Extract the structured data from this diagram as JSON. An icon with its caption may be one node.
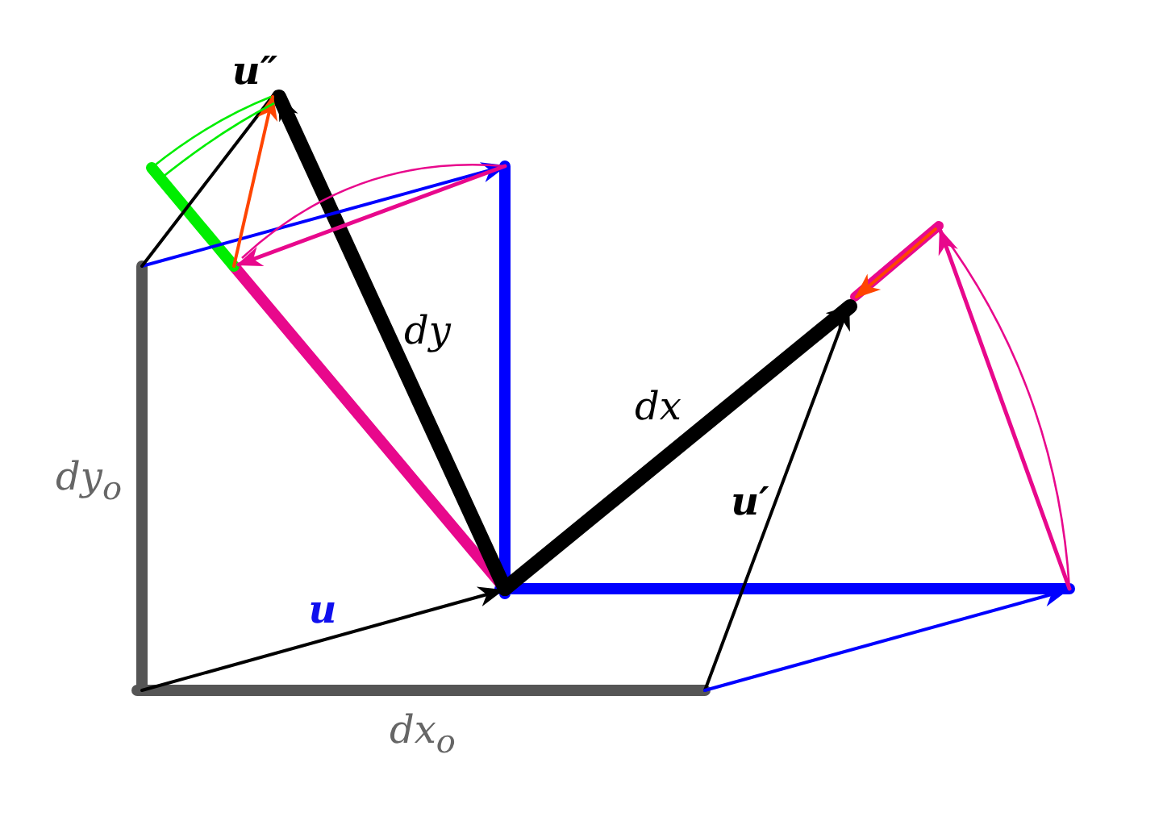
{
  "diagram": {
    "labels": [
      "u″",
      "dy",
      "dx",
      "u′",
      "u",
      "dy$_{o}$",
      "dx$_{o}$"
    ]
  }
}
